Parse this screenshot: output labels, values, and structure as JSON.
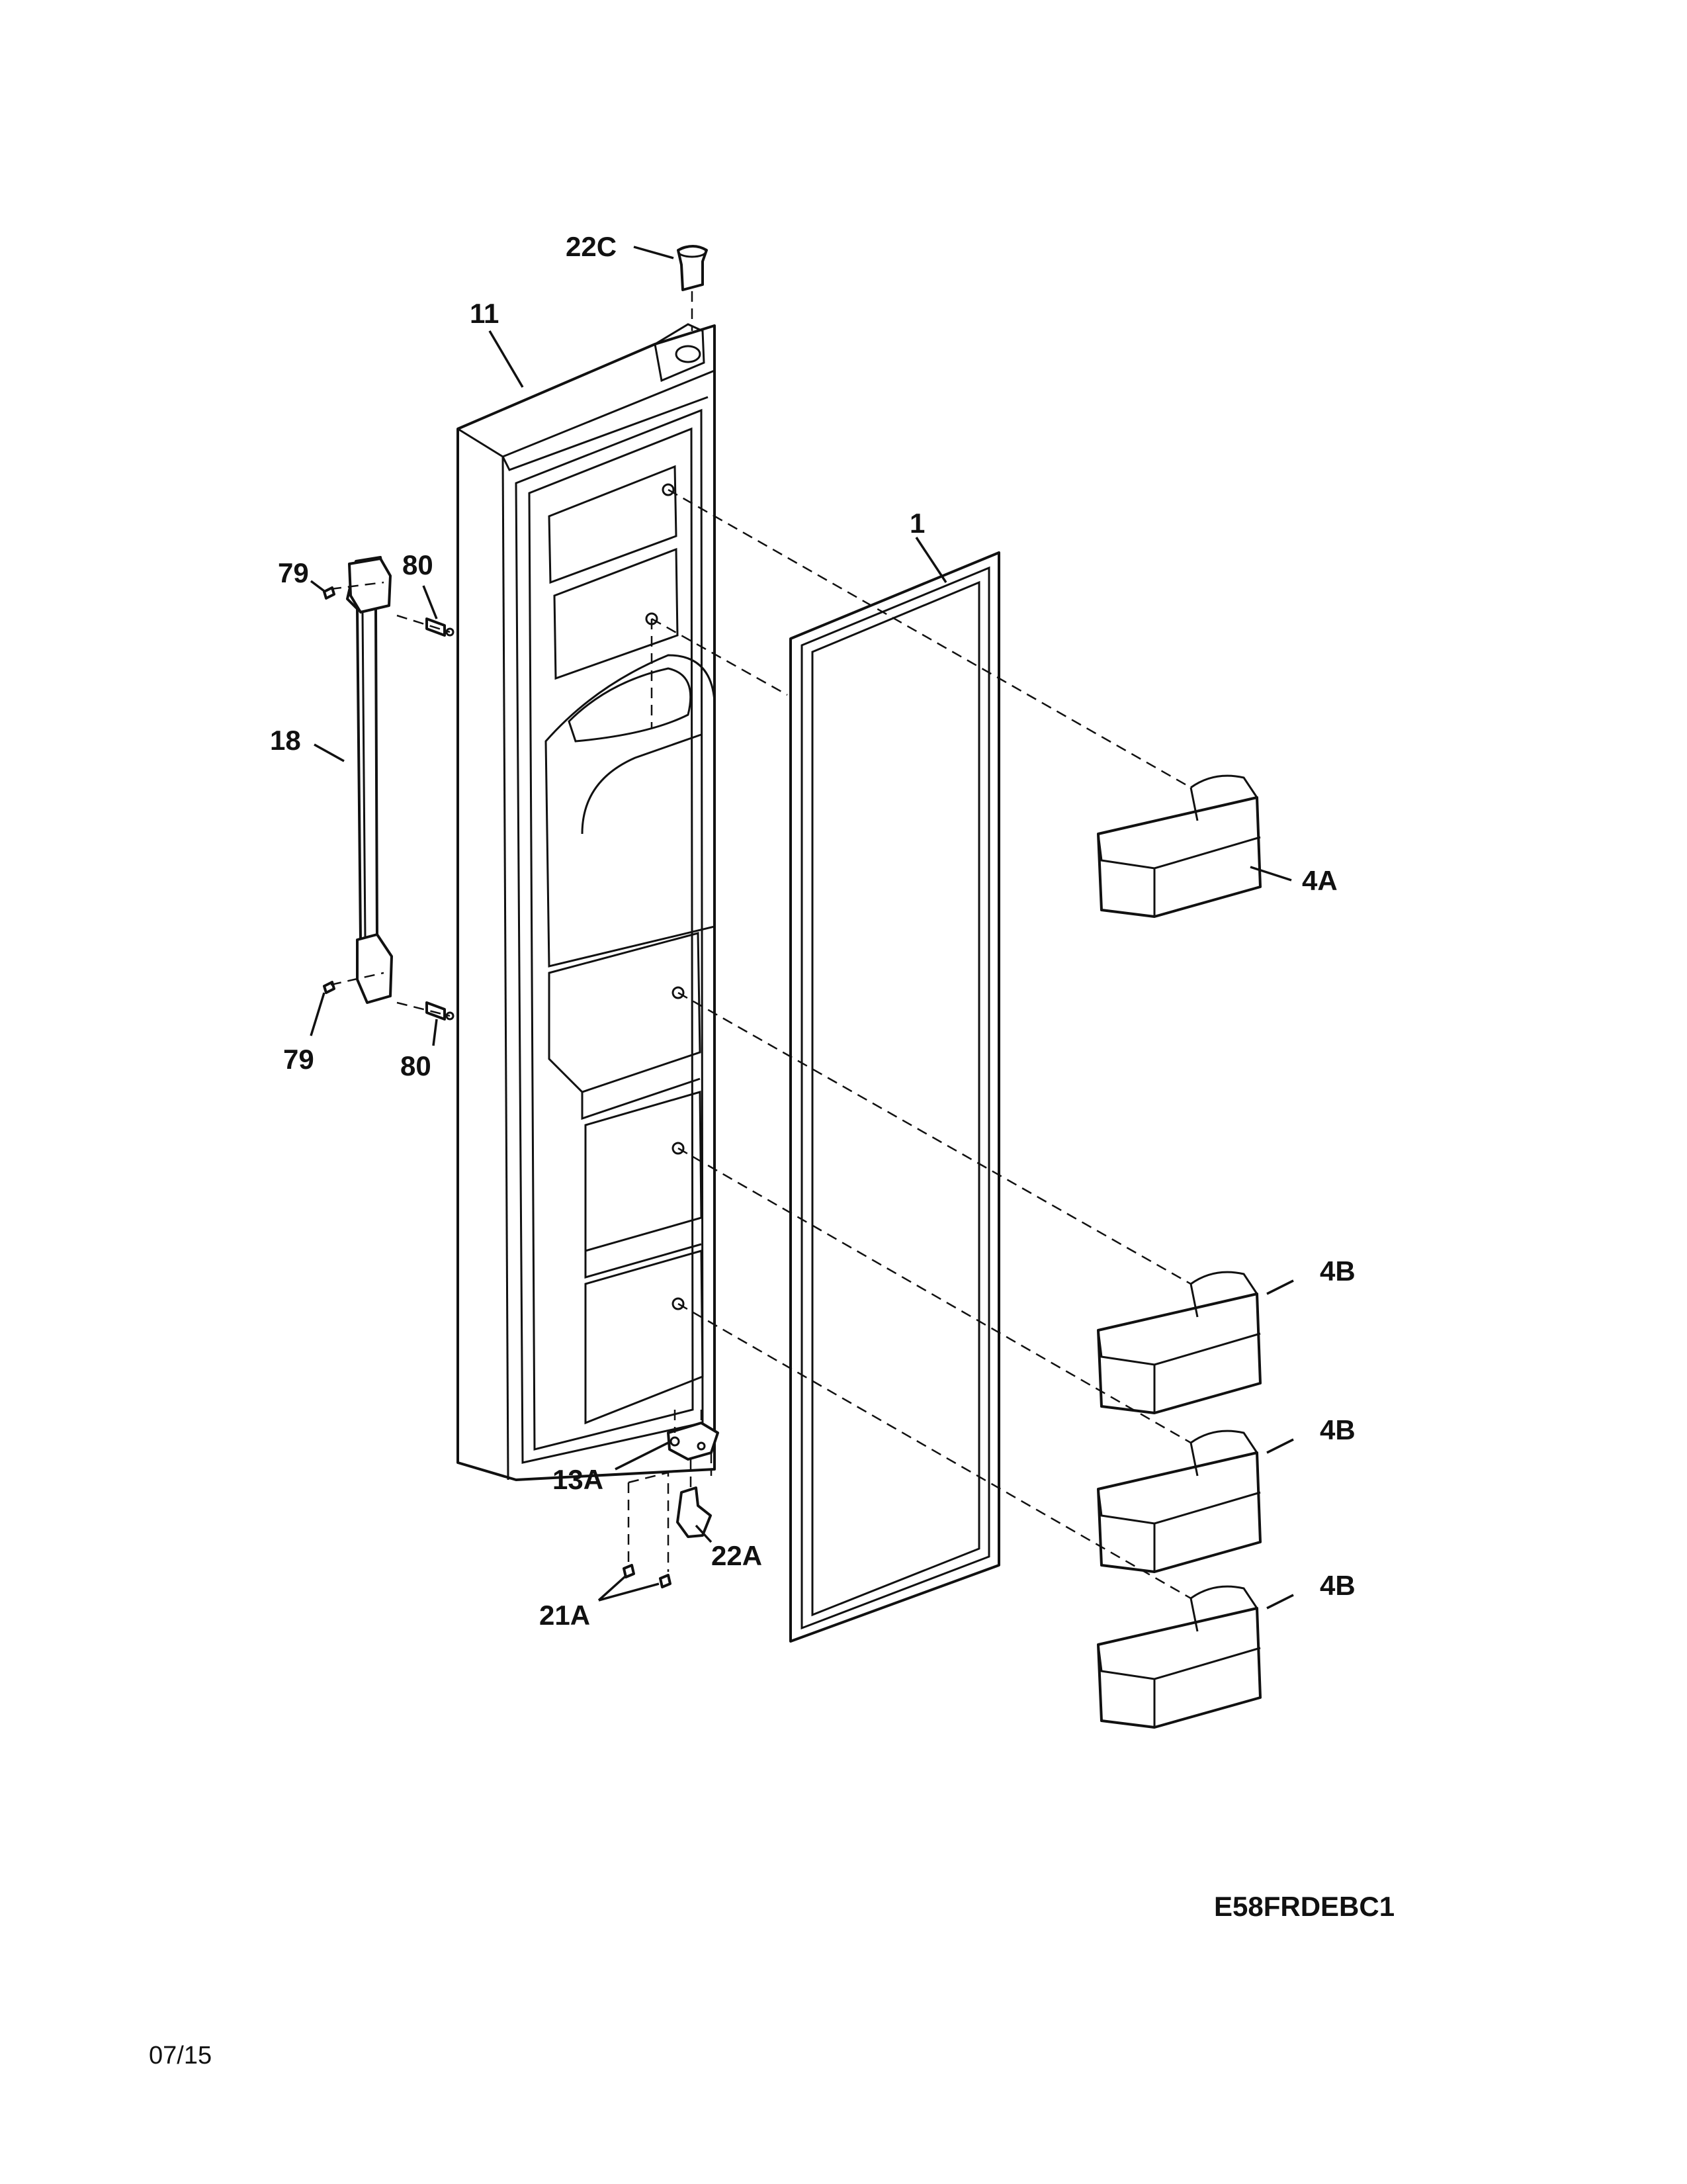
{
  "callouts": {
    "c22C": "22C",
    "c11": "11",
    "c1": "1",
    "c79a": "79",
    "c80a": "80",
    "c18": "18",
    "c79b": "79",
    "c80b": "80",
    "c4A": "4A",
    "c4B1": "4B",
    "c4B2": "4B",
    "c4B3": "4B",
    "c13A": "13A",
    "c22A": "22A",
    "c21A": "21A"
  },
  "footer": {
    "model_code": "E58FRDEBC1",
    "date": "07/15"
  }
}
